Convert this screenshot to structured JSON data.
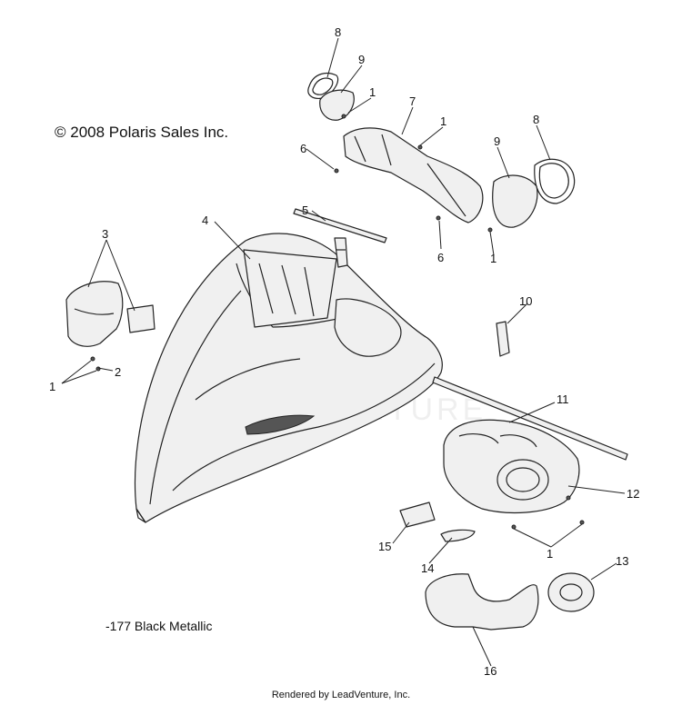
{
  "copyright": "© 2008 Polaris Sales Inc.",
  "color_note": "-177 Black Metallic",
  "footer": "Rendered by LeadVenture, Inc.",
  "watermark": "LEADVENTURE",
  "callouts": {
    "c8a": "8",
    "c9a": "9",
    "c1a": "1",
    "c7": "7",
    "c1b": "1",
    "c6a": "6",
    "c8b": "8",
    "c9b": "9",
    "c4": "4",
    "c5": "5",
    "c3": "3",
    "c6b": "6",
    "c1c": "1",
    "c10": "10",
    "c2": "2",
    "c1d": "1",
    "c11": "11",
    "c12": "12",
    "c15": "15",
    "c14": "14",
    "c1e": "1",
    "c13": "13",
    "c16": "16"
  }
}
